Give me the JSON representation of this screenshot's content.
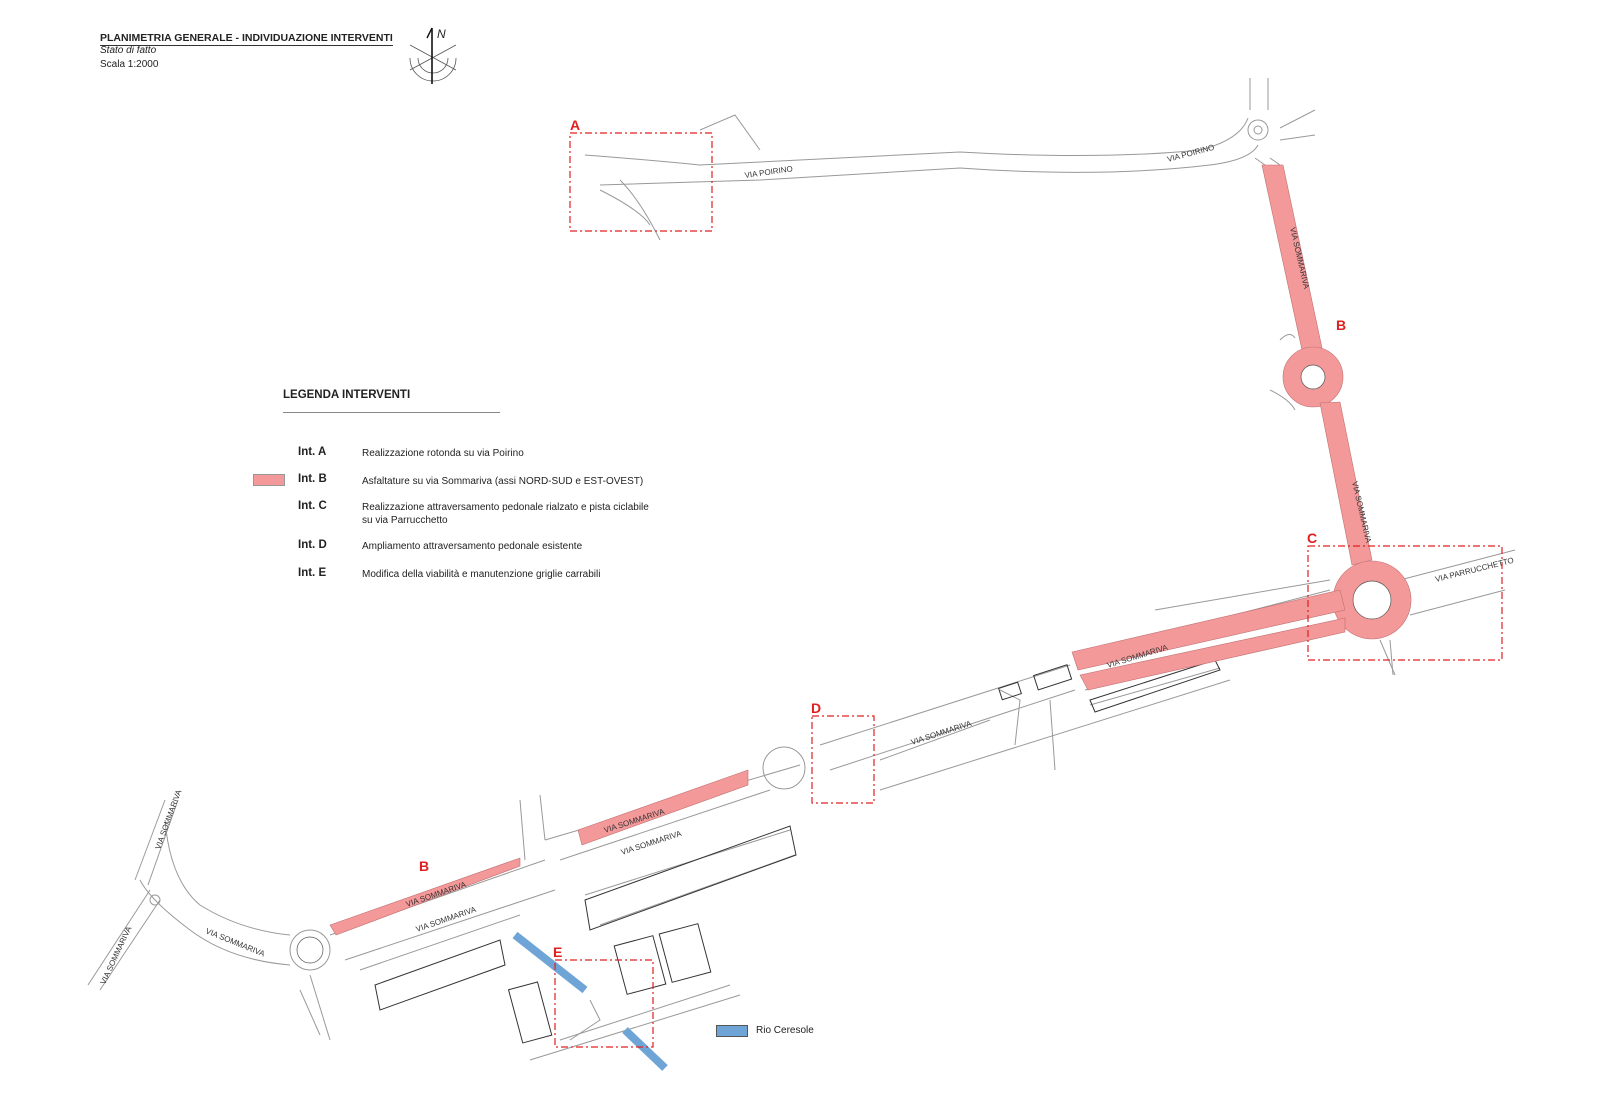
{
  "header": {
    "title": "PLANIMETRIA GENERALE - INDIVIDUAZIONE INTERVENTI",
    "subtitle": "Stato di fatto",
    "scale": "Scala 1:2000",
    "north_label": "N"
  },
  "legend": {
    "title": "LEGENDA INTERVENTI",
    "items": [
      {
        "code": "Int. A",
        "desc": "Realizzazione rotonda su via Poirino"
      },
      {
        "code": "Int. B",
        "desc": "Asfaltature su via Sommariva (assi NORD-SUD e EST-OVEST)",
        "color": "#f4999a"
      },
      {
        "code": "Int. C",
        "desc": "Realizzazione attraversamento pedonale rialzato e pista ciclabile su via Parrucchetto"
      },
      {
        "code": "Int. D",
        "desc": "Ampliamento attraversamento pedonale esistente"
      },
      {
        "code": "Int. E",
        "desc": "Modifica della viabilità e manutenzione griglie carrabili"
      }
    ],
    "rio": {
      "label": "Rio Ceresole",
      "color": "#6fa4d6"
    }
  },
  "map": {
    "area_labels": [
      "A",
      "B",
      "C",
      "D",
      "B",
      "E"
    ],
    "streets": {
      "poirino_1": "VIA POIRINO",
      "poirino_2": "VIA POIRINO",
      "sommariva_ns_1": "VIA SOMMARIVA",
      "sommariva_ns_2": "VIA SOMMARIVA",
      "parrucchetto": "VIA PARRUCCHETTO",
      "sommariva_e1": "VIA SOMMARIVA",
      "sommariva_e2": "VIA SOMMARIVA",
      "sommariva_m1": "VIA SOMMARIVA",
      "sommariva_m2": "VIA SOMMARIVA",
      "sommariva_w1": "VIA SOMMARIVA",
      "sommariva_w2": "VIA SOMMARIVA",
      "sommariva_w3": "VIA SOMMARIVA",
      "sommariva_w4": "VIA SOMMARIVA",
      "sommariva_w5": "VIA SOMMARIVA"
    },
    "colors": {
      "intervention": "#f4999a",
      "box": "#e02020",
      "road": "#888888"
    }
  }
}
